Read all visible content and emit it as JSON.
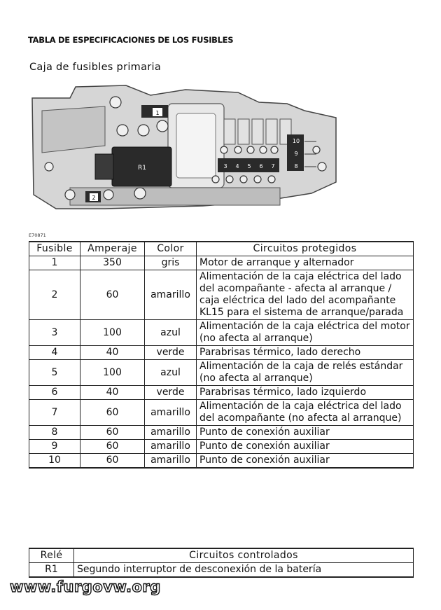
{
  "header": {
    "section_title": "TABLA DE ESPECIFICACIONES DE LOS FUSIBLES",
    "subtitle": "Caja de fusibles primaria"
  },
  "figure": {
    "id": "E70871",
    "labels": {
      "f1": "1",
      "f2": "2",
      "f3": "3",
      "f4": "4",
      "f5": "5",
      "f6": "6",
      "f7": "7",
      "f8": "8",
      "f9": "9",
      "f10": "10",
      "r1": "R1"
    }
  },
  "fuse_table": {
    "headers": [
      "Fusible",
      "Amperaje",
      "Color",
      "Circuitos protegidos"
    ],
    "rows": [
      {
        "fuse": "1",
        "amps": "350",
        "color": "gris",
        "circuit": "Motor de arranque y alternador"
      },
      {
        "fuse": "2",
        "amps": "60",
        "color": "amarillo",
        "circuit": "Alimentación de la caja eléctrica del lado del acompañante - afecta al arranque / caja eléctrica del lado del acompañante KL15 para el sistema de arranque/parada"
      },
      {
        "fuse": "3",
        "amps": "100",
        "color": "azul",
        "circuit": "Alimentación de la caja eléctrica del motor (no afecta al arranque)"
      },
      {
        "fuse": "4",
        "amps": "40",
        "color": "verde",
        "circuit": "Parabrisas térmico, lado derecho"
      },
      {
        "fuse": "5",
        "amps": "100",
        "color": "azul",
        "circuit": "Alimentación de la caja de relés estándar (no afecta al arranque)"
      },
      {
        "fuse": "6",
        "amps": "40",
        "color": "verde",
        "circuit": "Parabrisas térmico, lado izquierdo"
      },
      {
        "fuse": "7",
        "amps": "60",
        "color": "amarillo",
        "circuit": "Alimentación de la caja eléctrica del lado del acompañante (no afecta al arranque)"
      },
      {
        "fuse": "8",
        "amps": "60",
        "color": "amarillo",
        "circuit": "Punto de conexión auxiliar"
      },
      {
        "fuse": "9",
        "amps": "60",
        "color": "amarillo",
        "circuit": "Punto de conexión auxiliar"
      },
      {
        "fuse": "10",
        "amps": "60",
        "color": "amarillo",
        "circuit": "Punto de conexión auxiliar"
      }
    ]
  },
  "relay_table": {
    "headers": [
      "Relé",
      "Circuitos controlados"
    ],
    "rows": [
      {
        "relay": "R1",
        "circuit": "Segundo interruptor de desconexión de la batería"
      }
    ]
  },
  "watermark": "www.furgovw.org"
}
